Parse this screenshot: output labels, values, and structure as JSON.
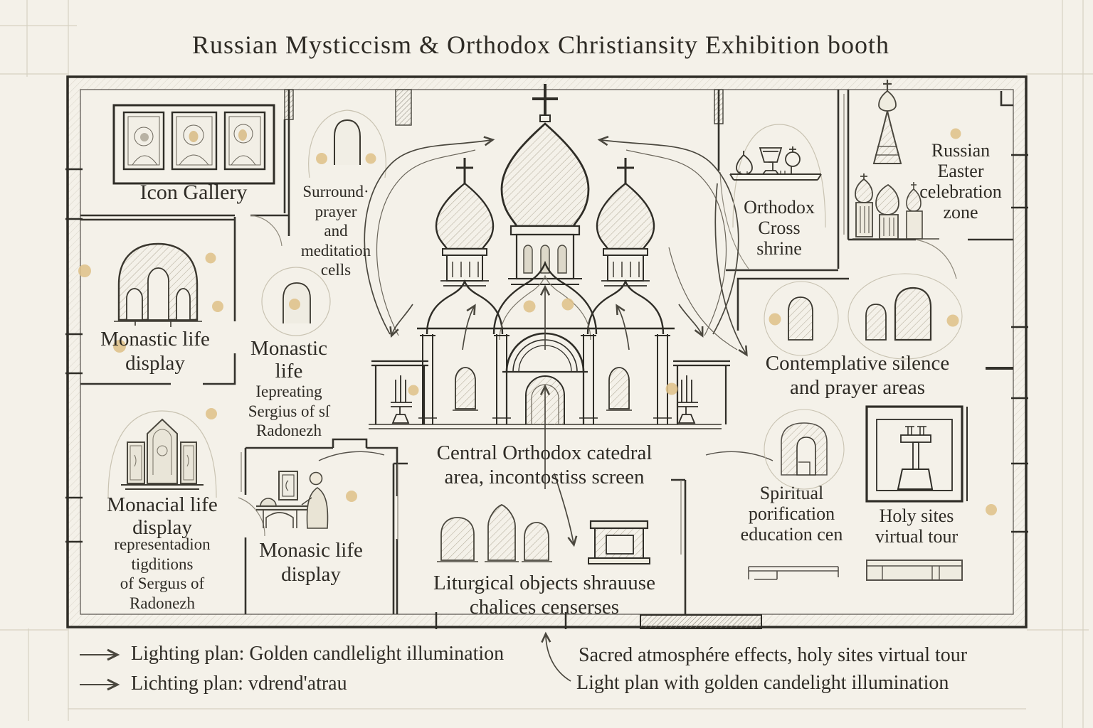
{
  "title": "Russian Mysticcism & Orthodox Christiansity Exhibition booth",
  "rooms": {
    "icon_gallery": {
      "label": "Icon Gallery"
    },
    "meditation_cells": {
      "label": "Surround·\nprayer\nand\nmeditation\ncells"
    },
    "monastic_life_display_left": {
      "label": "Monastic life\ndisplay"
    },
    "monastic_life_sergius": {
      "label": "Monastic\nlife",
      "sublabel": "Iepreating\nSergius of sſ\nRadonezh"
    },
    "monacial_life_display": {
      "label": "Monacial life\ndisplay",
      "sublabel": "representadion\ntigditions\nof Serguıs of\nRadonezh"
    },
    "monasic_life_display": {
      "label": "Monasic life\ndisplay"
    },
    "central_cathedral": {
      "label": "Central Orthodox catedral\narea, incontostiss screen"
    },
    "liturgical_objects": {
      "label": "Liturgical objects  shrauuse\nchalices censerses"
    },
    "orthodox_cross_shrine": {
      "label": "Orthodox\nCross\nshrine"
    },
    "russian_easter_zone": {
      "label": "Russian\nEaster\ncelebration\nzone"
    },
    "contemplative_silence": {
      "label": "Contemplative  silence\nand prayer areas"
    },
    "spiritual_purification": {
      "label": "Spiritual\nporification\neducation cen"
    },
    "holy_sites_virtual_tour": {
      "label": "Holy sites\nvirtual tour"
    }
  },
  "legend": {
    "left": [
      "Lighting plan: Golden candlelight illumination",
      "Lichting plan: vdrend'atrau"
    ],
    "right": [
      "Sacred atmosphére effects, holy sites virtual tour",
      "Light plan with golden candelight illumination"
    ]
  },
  "icons": {
    "cathedral": "three-domed-orthodox-cathedral-sketch",
    "st_basils": "st-basils-cathedral-sketch",
    "icon_frames": "three-framed-saint-icons",
    "chalice_shelf": "chalice-and-cross-shelf",
    "triptych": "triptych-shrine-sketch",
    "monk_desk": "monk-at-writing-desk",
    "candles": "candelabrum-stands",
    "lectern": "holy-sites-lectern"
  },
  "colors": {
    "background": "#f4f1e9",
    "ink": "#2f2d27",
    "line": "#44413a",
    "accent_gold": "#dfc28a",
    "faint": "#c9c3b2",
    "arrow": "#4a473e"
  }
}
